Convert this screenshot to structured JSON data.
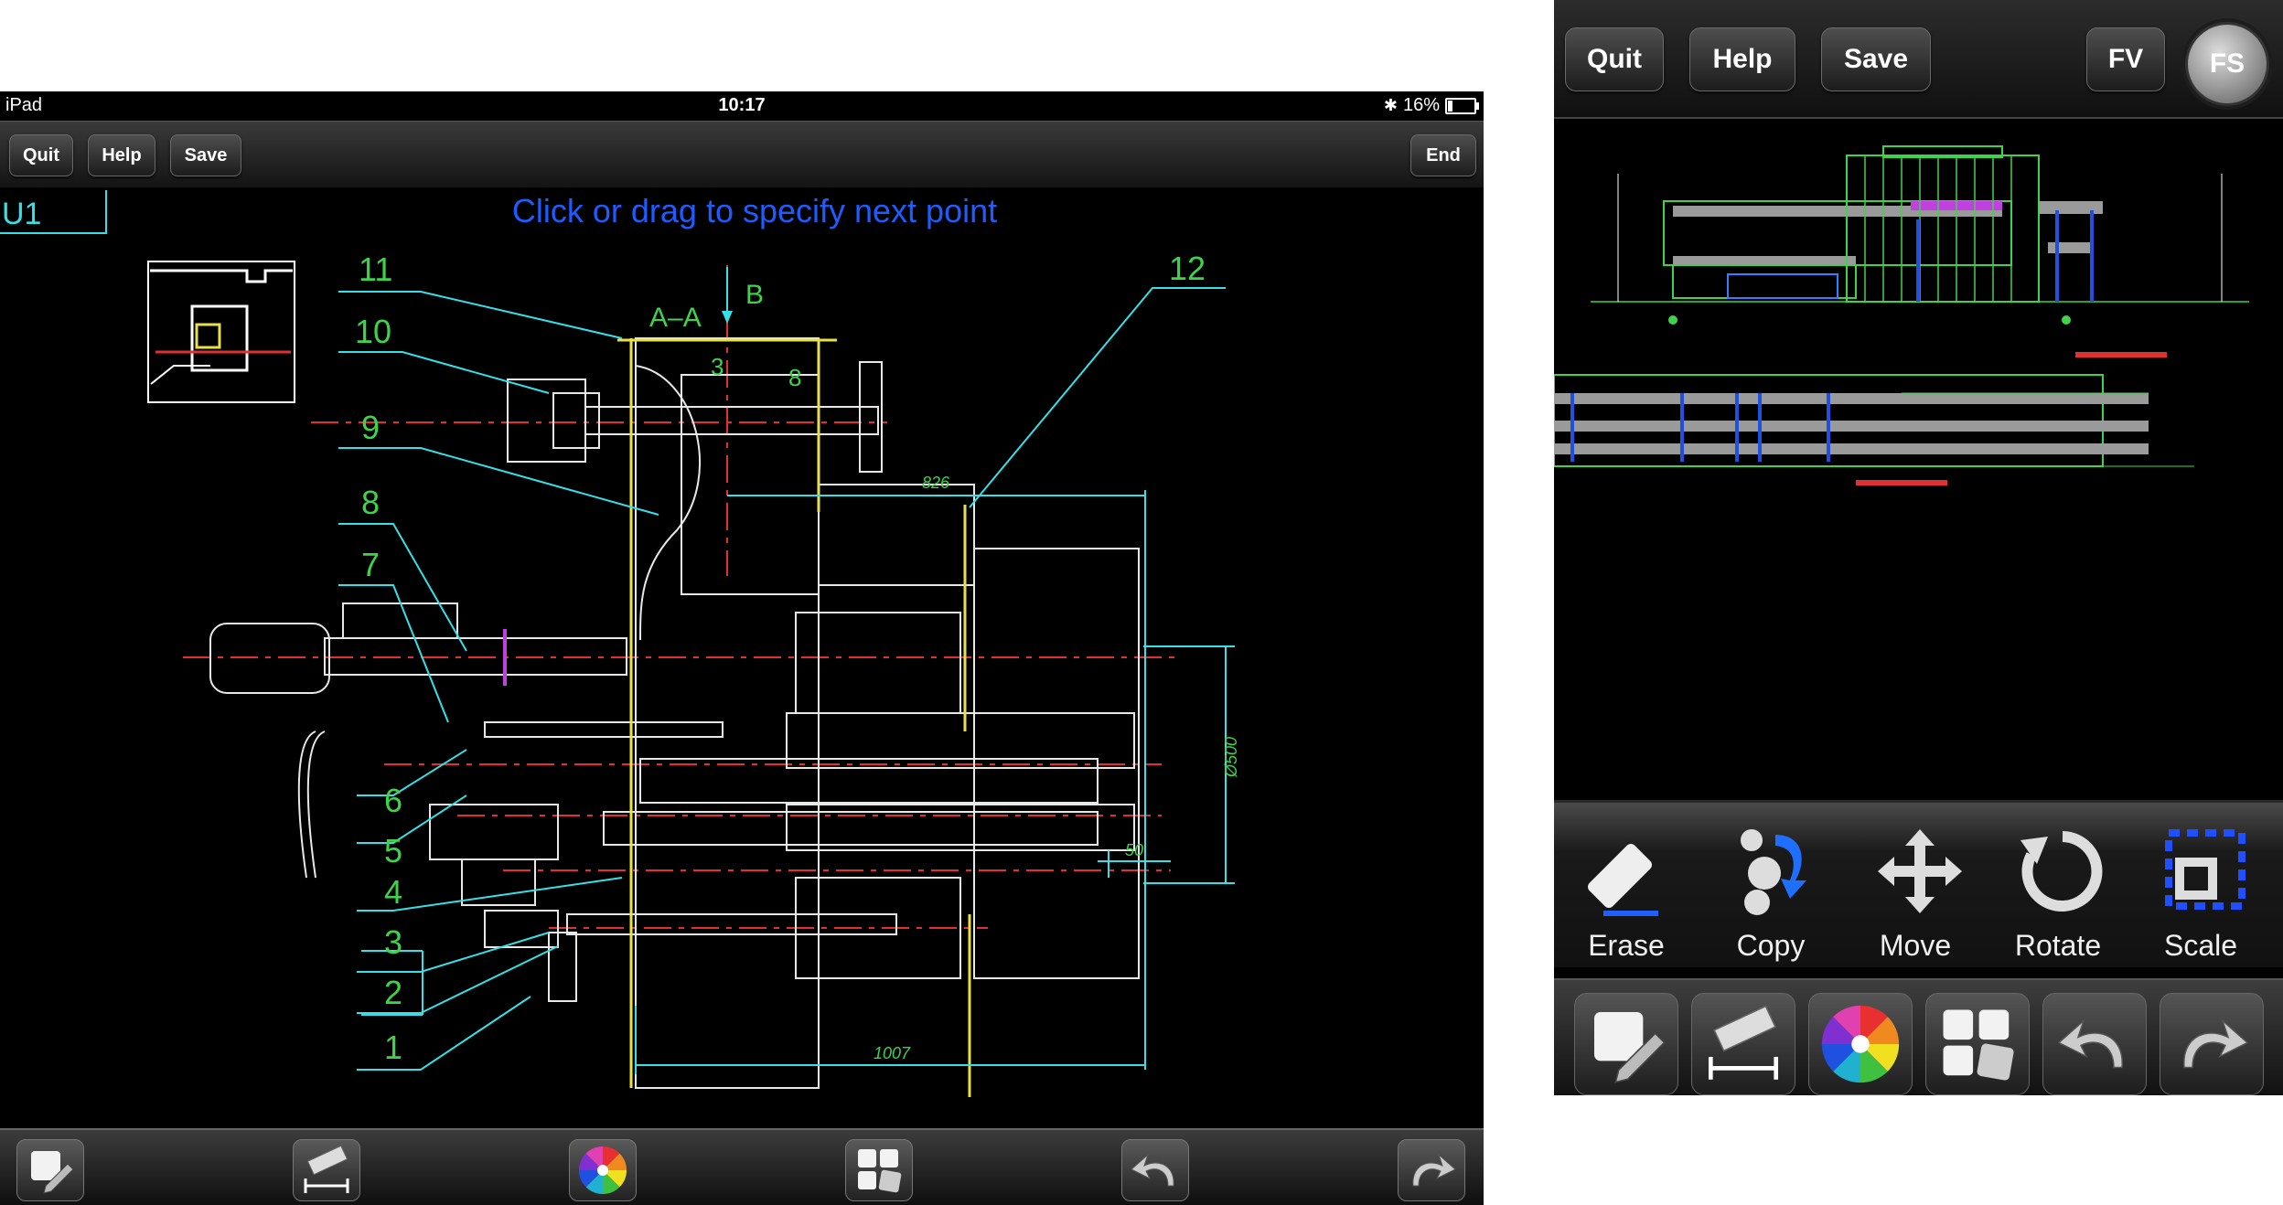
{
  "left": {
    "status": {
      "device": "iPad",
      "time": "10:17",
      "battery": "16%",
      "battery_level": 0.16
    },
    "toolbar": {
      "quit": "Quit",
      "help": "Help",
      "save": "Save",
      "end": "End"
    },
    "prompt": "Click or drag to specify next point",
    "layer_label": "U1",
    "drawing": {
      "section_label": "A–A",
      "view_label": "B",
      "part_numbers": [
        "11",
        "10",
        "9",
        "8",
        "7",
        "6",
        "5",
        "4",
        "3",
        "2",
        "1",
        "12"
      ],
      "inner_labels": [
        "3",
        "8"
      ],
      "dimensions": [
        "826",
        "1007",
        "Ø500",
        "50"
      ]
    },
    "bottom_tools": [
      "edit-pencil-icon",
      "ruler-icon",
      "color-wheel-icon",
      "layers-grid-icon",
      "undo-icon",
      "redo-icon"
    ]
  },
  "right": {
    "toolbar": {
      "quit": "Quit",
      "help": "Help",
      "save": "Save",
      "fv": "FV",
      "fs": "FS"
    },
    "edit_tools": [
      {
        "label": "Erase",
        "icon": "eraser-icon"
      },
      {
        "label": "Copy",
        "icon": "copy-icon"
      },
      {
        "label": "Move",
        "icon": "move-icon"
      },
      {
        "label": "Rotate",
        "icon": "rotate-icon"
      },
      {
        "label": "Scale",
        "icon": "scale-icon"
      }
    ],
    "bottom_tools": [
      "edit-pencil-icon",
      "ruler-icon",
      "color-wheel-icon",
      "layers-grid-icon",
      "undo-icon",
      "redo-icon"
    ]
  },
  "colors": {
    "cad_green": "#3fd34a",
    "cad_cyan": "#35e0e8",
    "cad_yellow": "#e8e04a",
    "cad_red": "#e23030",
    "prompt_blue": "#1e5cff",
    "cad_magenta": "#c040e0"
  }
}
